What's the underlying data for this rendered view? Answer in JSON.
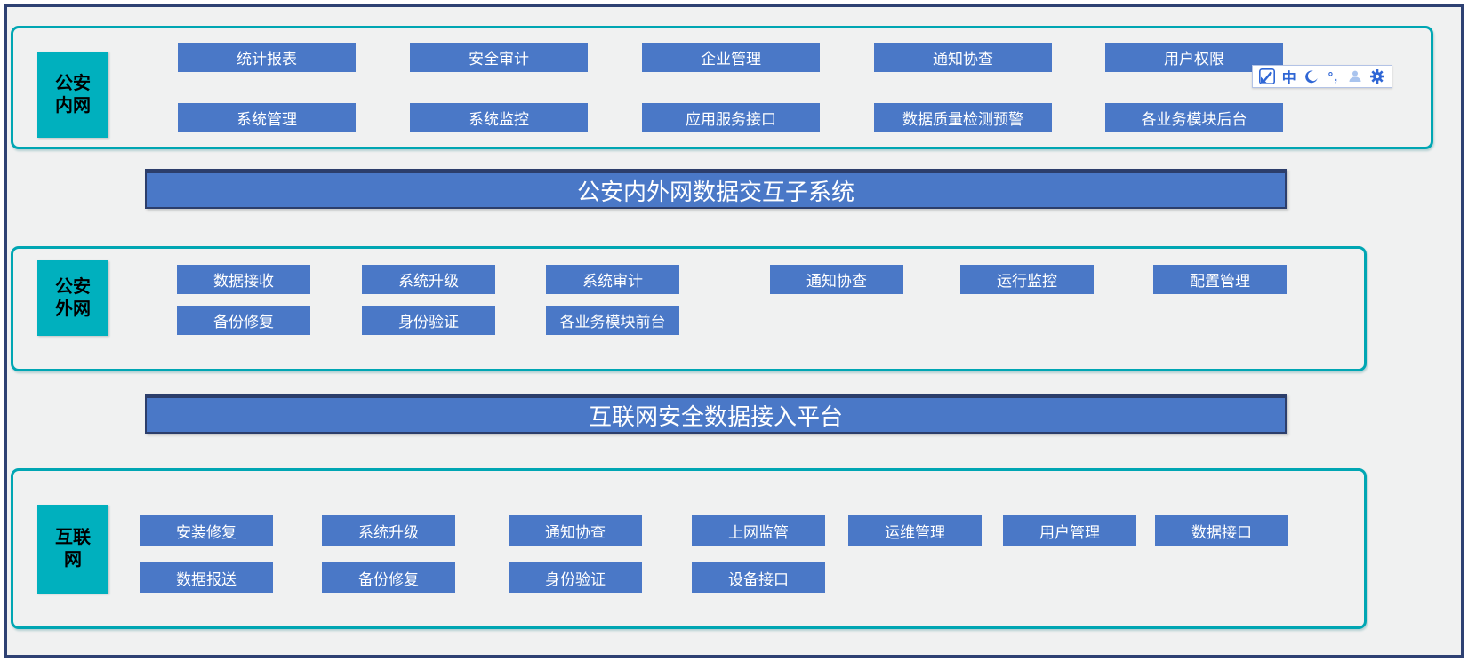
{
  "colors": {
    "outer_frame": "#2e4173",
    "inner_background": "#f0f1f1",
    "zone_border_teal": "#00a6b3",
    "zone_label_teal": "#00b0be",
    "module_blue": "#4a78c7",
    "bar_border_navy": "#2c3e6b",
    "ime_icon_blue": "#2f66d5",
    "ime_user_icon_blue": "#a9c4ee"
  },
  "sections": [
    {
      "name": "police-intranet",
      "label": {
        "line1": "公安",
        "line2": "内网"
      },
      "row1": [
        "统计报表",
        "安全审计",
        "企业管理",
        "通知协查",
        "用户权限"
      ],
      "row2": [
        "系统管理",
        "系统监控",
        "应用服务接口",
        "数据质量检测预警",
        "各业务模块后台"
      ]
    },
    {
      "name": "police-extranet",
      "label": {
        "line1": "公安",
        "line2": "外网"
      },
      "row1": [
        "数据接收",
        "系统升级",
        "系统审计",
        "通知协查",
        "运行监控",
        "配置管理"
      ],
      "row2": [
        "备份修复",
        "身份验证",
        "各业务模块前台"
      ]
    },
    {
      "name": "internet",
      "label": {
        "line1": "互联",
        "line2": "网"
      },
      "row1": [
        "安装修复",
        "系统升级",
        "通知协查",
        "上网监管",
        "运维管理",
        "用户管理",
        "数据接口"
      ],
      "row2": [
        "数据报送",
        "备份修复",
        "身份验证",
        "设备接口"
      ]
    }
  ],
  "bars": [
    {
      "label": "公安内外网数据交互子系统"
    },
    {
      "label": "互联网安全数据接入平台"
    }
  ],
  "ime_toolbar": {
    "chinese_mode_label": "中",
    "punctuation_label": "°,",
    "icons": [
      "sogou-logo-icon",
      "chinese-mode-icon",
      "half-width-moon-icon",
      "punctuation-mode-icon",
      "user-icon",
      "settings-gear-icon"
    ]
  }
}
